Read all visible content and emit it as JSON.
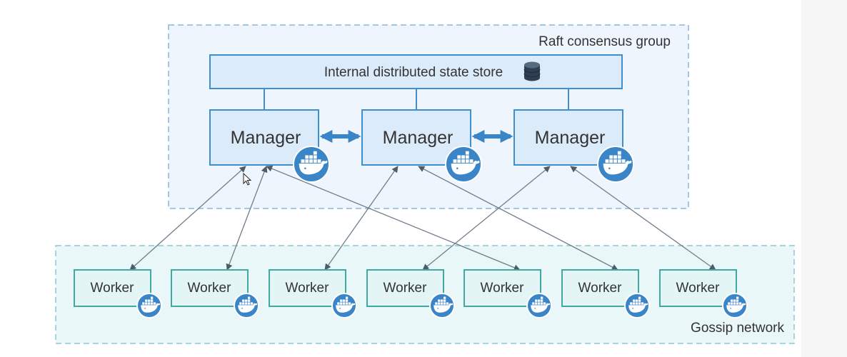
{
  "raft_group": {
    "label": "Raft consensus group",
    "store_label": "Internal distributed state store",
    "store_icon": "database-icon"
  },
  "managers": [
    {
      "label": "Manager",
      "icon": "docker-whale-icon"
    },
    {
      "label": "Manager",
      "icon": "docker-whale-icon"
    },
    {
      "label": "Manager",
      "icon": "docker-whale-icon"
    }
  ],
  "gossip_network": {
    "label": "Gossip network"
  },
  "workers": [
    {
      "label": "Worker",
      "icon": "docker-whale-icon"
    },
    {
      "label": "Worker",
      "icon": "docker-whale-icon"
    },
    {
      "label": "Worker",
      "icon": "docker-whale-icon"
    },
    {
      "label": "Worker",
      "icon": "docker-whale-icon"
    },
    {
      "label": "Worker",
      "icon": "docker-whale-icon"
    },
    {
      "label": "Worker",
      "icon": "docker-whale-icon"
    },
    {
      "label": "Worker",
      "icon": "docker-whale-icon"
    }
  ],
  "connections": [
    {
      "worker": 0,
      "manager": 0
    },
    {
      "worker": 1,
      "manager": 0
    },
    {
      "worker": 4,
      "manager": 0
    },
    {
      "worker": 2,
      "manager": 1
    },
    {
      "worker": 5,
      "manager": 1
    },
    {
      "worker": 3,
      "manager": 2
    },
    {
      "worker": 6,
      "manager": 2
    }
  ],
  "colors": {
    "raft_bg": "#eef5fd",
    "raft_border": "#8ab6dc",
    "gossip_bg": "#eaf7f8",
    "gossip_border": "#8cc8d0",
    "box_fill": "#dcebfa",
    "box_border": "#3f8fcf",
    "worker_fill": "#e4f5f5",
    "worker_border": "#41a8a4",
    "docker_blue": "#3a84c8",
    "arrow": "#6f7d8c",
    "text": "#333333"
  }
}
